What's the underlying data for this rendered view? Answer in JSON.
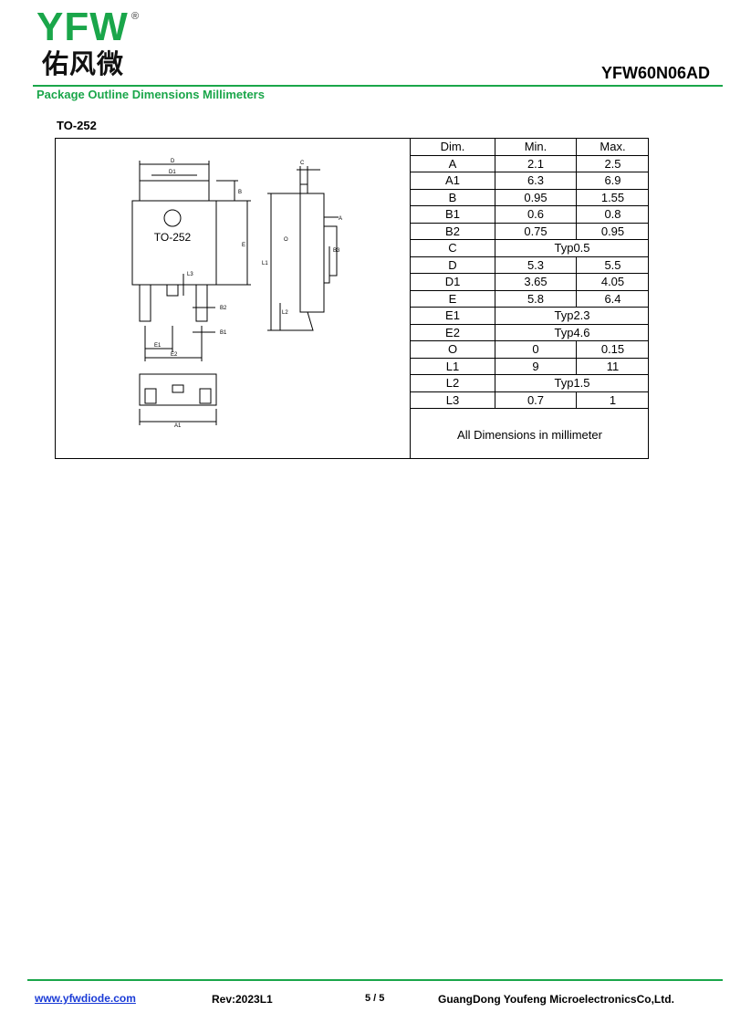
{
  "brand": {
    "logo_latin": "YFW",
    "logo_reg": "®",
    "logo_cn": "佑风微"
  },
  "part_number": "YFW60N06AD",
  "section_title": "Package Outline Dimensions Millimeters",
  "package_label": "TO-252",
  "drawing": {
    "body_marking": "TO-252",
    "labels": {
      "D": "D",
      "D1": "D1",
      "B": "B",
      "E": "E",
      "L3": "L3",
      "B2": "B2",
      "B1": "B1",
      "E1": "E1",
      "E2": "E2",
      "C": "C",
      "A": "A",
      "L1": "L1",
      "O": "O",
      "B3": "B3",
      "L2": "L2",
      "A1": "A1"
    }
  },
  "dimensions": {
    "headers": [
      "Dim.",
      "Min.",
      "Max."
    ],
    "rows": [
      {
        "dim": "A",
        "min": "2.1",
        "max": "2.5"
      },
      {
        "dim": "A1",
        "min": "6.3",
        "max": "6.9"
      },
      {
        "dim": "B",
        "min": "0.95",
        "max": "1.55"
      },
      {
        "dim": "B1",
        "min": "0.6",
        "max": "0.8"
      },
      {
        "dim": "B2",
        "min": "0.75",
        "max": "0.95"
      },
      {
        "dim": "C",
        "typ": "Typ0.5"
      },
      {
        "dim": "D",
        "min": "5.3",
        "max": "5.5"
      },
      {
        "dim": "D1",
        "min": "3.65",
        "max": "4.05"
      },
      {
        "dim": "E",
        "min": "5.8",
        "max": "6.4"
      },
      {
        "dim": "E1",
        "typ": "Typ2.3"
      },
      {
        "dim": "E2",
        "typ": "Typ4.6"
      },
      {
        "dim": "O",
        "min": "0",
        "max": "0.15"
      },
      {
        "dim": "L1",
        "min": "9",
        "max": "11"
      },
      {
        "dim": "L2",
        "typ": "Typ1.5"
      },
      {
        "dim": "L3",
        "min": "0.7",
        "max": "1"
      }
    ],
    "note": "All Dimensions in millimeter"
  },
  "footer": {
    "website": "www.yfwdiode.com",
    "revision": "Rev:2023L1",
    "page": "5 / 5",
    "company": "GuangDong Youfeng MicroelectronicsCo,Ltd."
  }
}
